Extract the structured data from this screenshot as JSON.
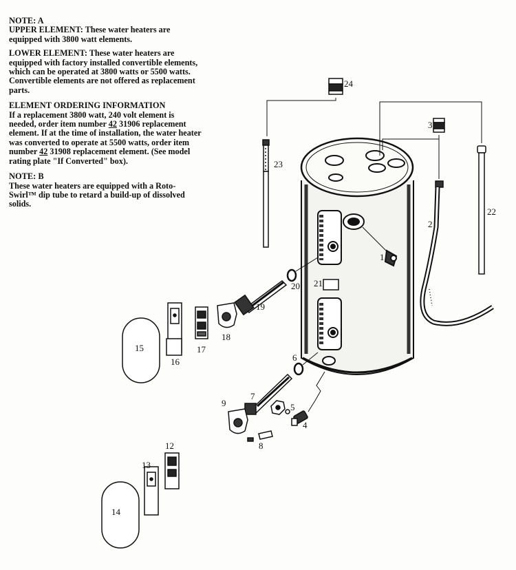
{
  "note_a": {
    "heading": "NOTE: A",
    "upper": "UPPER ELEMENT: These water heaters are equipped with 3800 watt elements.",
    "lower": "LOWER ELEMENT: These water heaters are equipped with factory installed convertible elements, which can be operated at 3800 watts or 5500 watts. Convertible elements are not offered as replacement parts."
  },
  "ordering": {
    "heading": "ELEMENT ORDERING INFORMATION",
    "t1": "If a replacement 3800 watt, 240 volt element is needed, order item number ",
    "code1": "42",
    "t2": " 31906 replacement element. If at the time of installation, the water heater was converted to operate at 5500 watts, order item number ",
    "code2": "42",
    "t3": " 31908 replacement element. (See model rating plate \"If Converted\" box)."
  },
  "note_b": {
    "heading": "NOTE: B",
    "body": "These water heaters are equipped with a Roto-Swirl™ dip tube to retard a build-up of dissolved solids."
  },
  "parts": {
    "p1": "1",
    "p2": "2",
    "p3": "3",
    "p4": "4",
    "p5": "5",
    "p6": "6",
    "p7": "7",
    "p8": "8",
    "p9": "9",
    "p12": "12",
    "p13": "13",
    "p14": "14",
    "p15": "15",
    "p16": "16",
    "p17": "17",
    "p18": "18",
    "p19": "19",
    "p20": "20",
    "p21": "21",
    "p22": "22",
    "p23": "23",
    "p24": "24"
  }
}
